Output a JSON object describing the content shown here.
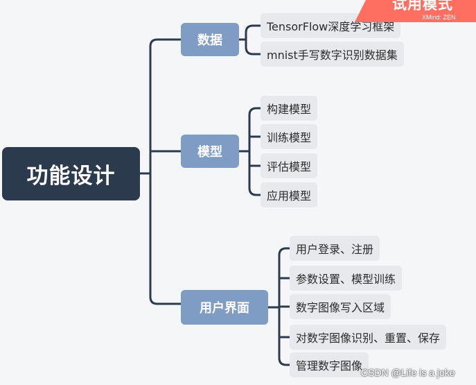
{
  "root": {
    "label": "功能设计"
  },
  "branches": [
    {
      "label": "数据",
      "children": [
        "TensorFlow深度学习框架",
        "mnist手写数字识别数据集"
      ]
    },
    {
      "label": "模型",
      "children": [
        "构建模型",
        "训练模型",
        "评估模型",
        "应用模型"
      ]
    },
    {
      "label": "用户界面",
      "children": [
        "用户登录、注册",
        "参数设置、模型训练",
        "数字图像写入区域",
        "对数字图像识别、重置、保存",
        "管理数字图像"
      ]
    }
  ],
  "trial_badge": {
    "title": "试用模式",
    "brand": "XMind: ZEN"
  },
  "watermark": "CSDN @Life is a joke",
  "colors": {
    "root_fill": "#2c3a4e",
    "branch_fill": "#7f9dc4",
    "leaf_fill": "#e7e9ec",
    "connector": "#2c3a4e",
    "trial_badge": "#ff6f61"
  }
}
